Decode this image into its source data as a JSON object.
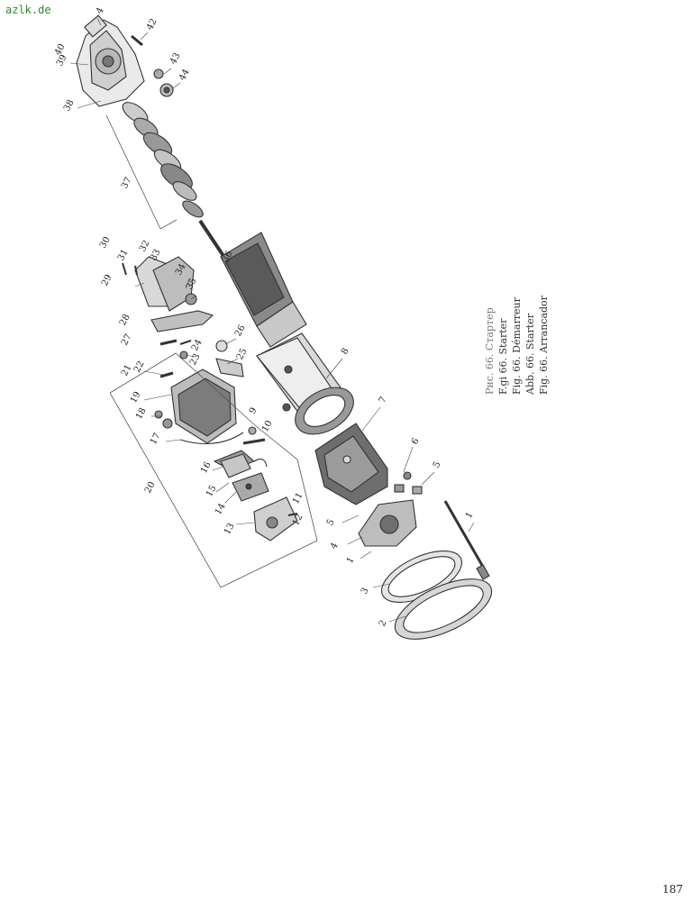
{
  "watermark": "azlk.de",
  "page_number": "187",
  "caption": {
    "lines": [
      "Рис. 66. Стартер",
      "F.gi 66. Starter",
      "Fig. 66. Démarreur",
      "Abb. 66. Starter",
      "Fig. 66. Arrancador"
    ]
  },
  "callouts": [
    {
      "id": "c4a",
      "label": "4"
    },
    {
      "id": "c42",
      "label": "42"
    },
    {
      "id": "c39",
      "label": "39"
    },
    {
      "id": "c40",
      "label": "40"
    },
    {
      "id": "c43",
      "label": "43"
    },
    {
      "id": "c44",
      "label": "44"
    },
    {
      "id": "c38",
      "label": "38"
    },
    {
      "id": "c37",
      "label": "37"
    },
    {
      "id": "c30",
      "label": "30"
    },
    {
      "id": "c31",
      "label": "31"
    },
    {
      "id": "c32",
      "label": "32"
    },
    {
      "id": "c33",
      "label": "33"
    },
    {
      "id": "c29",
      "label": "29"
    },
    {
      "id": "c34",
      "label": "34"
    },
    {
      "id": "c35",
      "label": "35"
    },
    {
      "id": "c36",
      "label": "36"
    },
    {
      "id": "c28",
      "label": "28"
    },
    {
      "id": "c27",
      "label": "27"
    },
    {
      "id": "c26",
      "label": "26"
    },
    {
      "id": "c24",
      "label": "24"
    },
    {
      "id": "c23",
      "label": "23"
    },
    {
      "id": "c25",
      "label": "25"
    },
    {
      "id": "c21",
      "label": "21"
    },
    {
      "id": "c22",
      "label": "22"
    },
    {
      "id": "c19",
      "label": "19"
    },
    {
      "id": "c18",
      "label": "18"
    },
    {
      "id": "c8",
      "label": "8"
    },
    {
      "id": "c9",
      "label": "9"
    },
    {
      "id": "c17",
      "label": "17"
    },
    {
      "id": "c10",
      "label": "10"
    },
    {
      "id": "c7",
      "label": "7"
    },
    {
      "id": "c16",
      "label": "16"
    },
    {
      "id": "c20",
      "label": "20"
    },
    {
      "id": "c15",
      "label": "15"
    },
    {
      "id": "c6",
      "label": "6"
    },
    {
      "id": "c5a",
      "label": "5"
    },
    {
      "id": "c14",
      "label": "14"
    },
    {
      "id": "c5b",
      "label": "5"
    },
    {
      "id": "c11",
      "label": "11"
    },
    {
      "id": "c12",
      "label": "12"
    },
    {
      "id": "c4b",
      "label": "4"
    },
    {
      "id": "c13",
      "label": "13"
    },
    {
      "id": "c1a",
      "label": "1"
    },
    {
      "id": "c1b",
      "label": "1"
    },
    {
      "id": "c3",
      "label": "3"
    },
    {
      "id": "c2",
      "label": "2"
    }
  ]
}
